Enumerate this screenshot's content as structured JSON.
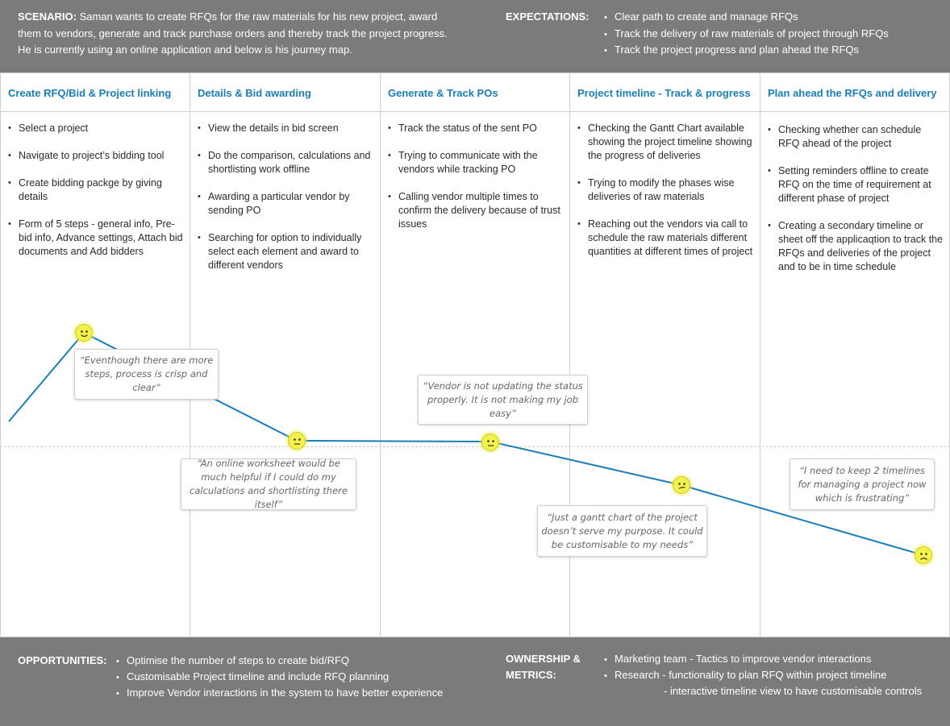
{
  "scenario": {
    "label": "SCENARIO:",
    "lines": [
      "Saman wants to create RFQs for the raw materials for his new project, award",
      "them to vendors, generate and track purchase orders and thereby track the project progress.",
      "He is currently using an online application and below is his journey map."
    ]
  },
  "expectations": {
    "label": "EXPECTATIONS:",
    "items": [
      "Clear path to create and manage RFQs",
      "Track the delivery of raw materials of project through RFQs",
      "Track the project progress and plan ahead the RFQs"
    ]
  },
  "stages": [
    {
      "title": "Create RFQ/Bid & Project linking",
      "tasks": [
        "Select a project",
        "Navigate to project’s bidding tool",
        "Create bidding packge by giving details",
        "Form of 5 steps - general info, Pre-bid info, Advance settings, Attach bid documents and Add bidders"
      ]
    },
    {
      "title": "Details & Bid awarding",
      "tasks": [
        "View the details in bid screen",
        "Do the comparison, calculations and shortlisting work offline",
        "Awarding a particular vendor by sending PO",
        "Searching for option to individually select each element and award to different vendors"
      ]
    },
    {
      "title": "Generate & Track POs",
      "tasks": [
        "Track the status of the sent PO",
        "Trying to communicate with the vendors while tracking PO",
        "Calling vendor multiple times to confirm the delivery because of trust issues"
      ]
    },
    {
      "title": "Project timeline - Track & progress",
      "tasks": [
        "Checking the Gantt Chart available showing the project timeline showing the progress of deliveries",
        "Trying to modify the phases wise deliveries of raw materials",
        "Reaching out the vendors via call to schedule the raw materials different quantities at different times of project"
      ]
    },
    {
      "title": "Plan ahead the RFQs and delivery",
      "tasks": [
        "Checking whether can schedule RFQ ahead of the project",
        "Setting reminders offline to create RFQ on the time of requirement at different phase of project",
        "Creating a secondary timeline or sheet off the applicaqtion to track the RFQs and deliveries of the project and to be in time schedule"
      ]
    }
  ],
  "emotion_points": [
    {
      "mood": "happy"
    },
    {
      "mood": "neutral"
    },
    {
      "mood": "neutral"
    },
    {
      "mood": "confused"
    },
    {
      "mood": "sad"
    }
  ],
  "quotes": [
    "“Eventhough there are more steps, process is crisp and clear”",
    "“An online worksheet would be much helpful if I could do my calculations and shortlisting there itself”",
    "“Vendor is not updating the status properly. It is not making my job easy”",
    "“Just a gantt chart of the project doesn’t serve my purpose. It could be customisable to my needs”",
    "“I need to keep 2 timelines for managing a project now which is frustrating”"
  ],
  "opportunities": {
    "label": "OPPORTUNITIES:",
    "items": [
      "Optimise the number of steps to create bid/RFQ",
      "Customisable Project timeline and include RFQ planning",
      "Improve Vendor interactions in the system to have better experience"
    ]
  },
  "ownership": {
    "label_line1": "OWNERSHIP &",
    "label_line2": "METRICS:",
    "items": [
      "Marketing team - Tactics to improve vendor interactions",
      "Research - functionality to plan RFQ within project timeline"
    ],
    "continuation": "- interactive timeline view to have customisable controls"
  },
  "colors": {
    "band": "#7b7b7b",
    "accent": "#1a7eb5",
    "face": "#f4f24a"
  }
}
